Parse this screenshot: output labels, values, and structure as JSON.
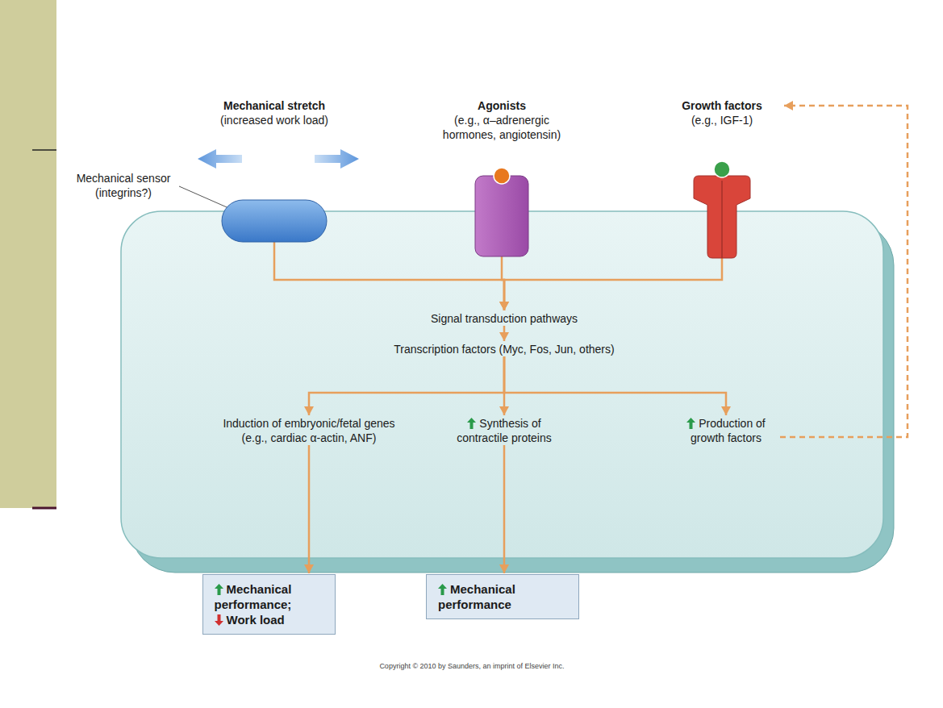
{
  "diagram": {
    "nodes": [
      {
        "text": [
          "Mechanical stretch",
          "(increased work load)"
        ]
      },
      {
        "text": [
          "Agonists",
          "(e.g., α–adrenergic hormones, angiotensin)"
        ]
      },
      {
        "text": [
          "Growth factors",
          "(e.g., IGF-1)"
        ]
      },
      {
        "text": [
          "Signal transduction pathways"
        ]
      },
      {
        "text": [
          "Transcription factors (Myc, Fos, Jun, others)"
        ]
      },
      {
        "text": [
          "Induction of embryonic/fetal genes (e.g., cardiac α-actin, ANF)"
        ]
      },
      {
        "text": [
          "Synthesis of contractile proteins"
        ]
      },
      {
        "text": [
          "Production of growth factors"
        ]
      },
      {
        "text": [
          "Mechanical performance;",
          "Work load"
        ]
      },
      {
        "text": [
          "Mechanical performance"
        ]
      }
    ],
    "edges": [
      {
        "from": 0,
        "to": 3,
        "arrow": "to"
      },
      {
        "from": 1,
        "to": 3,
        "arrow": "to"
      },
      {
        "from": 2,
        "to": 3,
        "arrow": "to"
      },
      {
        "from": 3,
        "to": 4,
        "arrow": "to"
      },
      {
        "from": 4,
        "to": 5,
        "arrow": "to"
      },
      {
        "from": 4,
        "to": 6,
        "arrow": "to"
      },
      {
        "from": 4,
        "to": 7,
        "arrow": "to"
      },
      {
        "from": 5,
        "to": 8,
        "arrow": "to"
      },
      {
        "from": 6,
        "to": 9,
        "arrow": "to"
      },
      {
        "from": 7,
        "to": 2,
        "arrow": "to"
      }
    ],
    "labels": [
      "Mechanical sensor (integrins?)",
      "Copyright © 2010 by Saunders, an imprint of Elsevier Inc."
    ]
  }
}
